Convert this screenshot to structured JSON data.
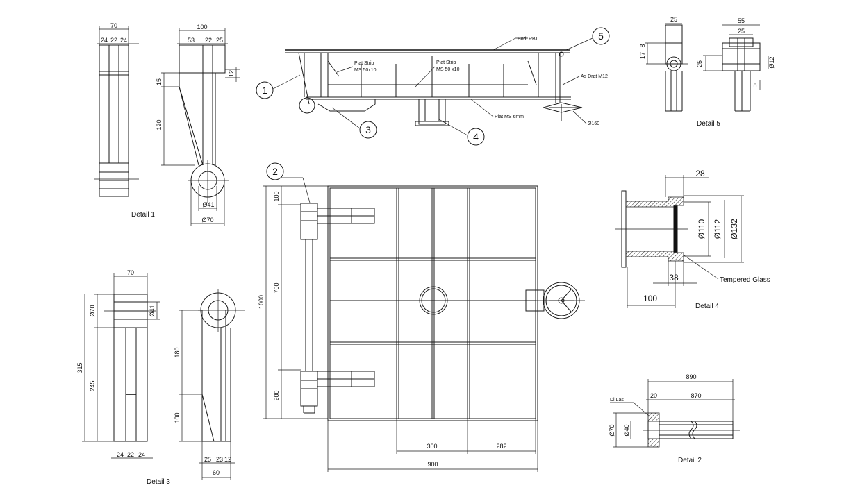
{
  "captions": {
    "detail1": "Detail 1",
    "detail2": "Detail 2",
    "detail3": "Detail 3",
    "detail4": "Detail 4",
    "detail5": "Detail 5"
  },
  "callouts": [
    "1",
    "2",
    "3",
    "4",
    "5"
  ],
  "notes": {
    "bodi": "Bodi RB1",
    "plat_strip_1a": "Plat Strip",
    "plat_strip_1b": "MS 50x10",
    "plat_strip_2a": "Plat Strip",
    "plat_strip_2b": "MS 50 x10",
    "as_drat": "As Drat M12",
    "plat_ms": "Plat MS 6mm",
    "dia160": "Ø160",
    "tempered_glass": "Tempered Glass",
    "di_las": "Di Las"
  },
  "dims": {
    "d1": {
      "w70": "70",
      "a24": "24",
      "a22": "22",
      "a24b": "24",
      "w100": "100",
      "b53": "53",
      "b22": "22",
      "b25": "25",
      "h15": "15",
      "h12": "12",
      "h120": "120",
      "d41": "Ø41",
      "d70": "Ø70"
    },
    "d3": {
      "w70": "70",
      "d70": "Ø70",
      "d41": "Ø41",
      "h315": "315",
      "h245": "245",
      "a24": "24",
      "a22": "22",
      "a24b": "24",
      "h180": "180",
      "h100": "100",
      "b25": "25",
      "b23": "23",
      "b12": "12",
      "w60": "60"
    },
    "d5": {
      "w25": "25",
      "h17": "17",
      "h8": "8",
      "w55": "55",
      "w25b": "25",
      "h25": "25",
      "d12": "Ø12",
      "h8b": "8"
    },
    "d4": {
      "w28": "28",
      "d110": "Ø110",
      "d112": "Ø112",
      "d132": "Ø132",
      "w38": "38",
      "w100": "100"
    },
    "d2": {
      "w890": "890",
      "w20": "20",
      "w870": "870",
      "d70": "Ø70",
      "d40": "Ø40"
    },
    "plan": {
      "h100": "100",
      "h700": "700",
      "h1000": "1000",
      "h200": "200",
      "w300": "300",
      "w282": "282",
      "w900": "900"
    }
  }
}
